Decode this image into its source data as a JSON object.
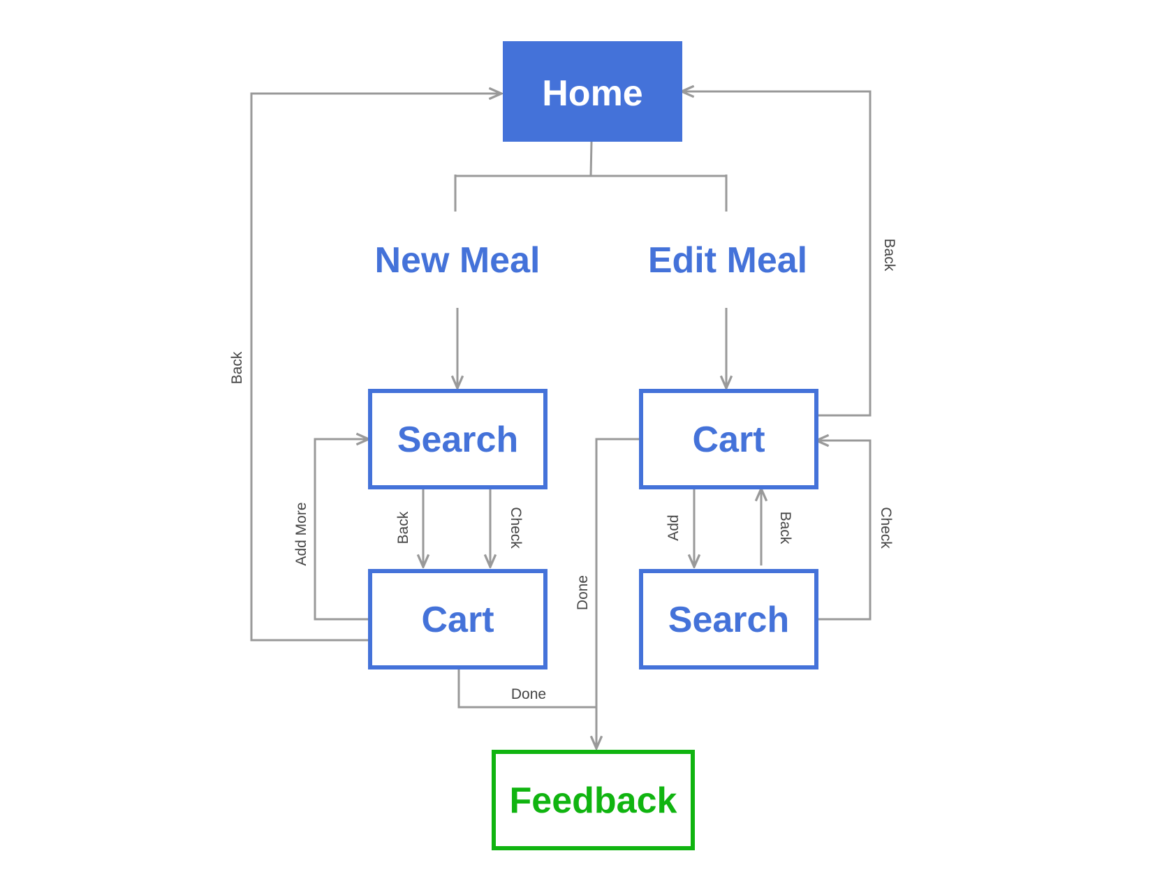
{
  "colors": {
    "primary": "#4472D9",
    "success": "#10B410",
    "connector": "#999999",
    "on_primary": "#FFFFFF",
    "edge_text": "#444444",
    "background": "#FFFFFF"
  },
  "nodes": {
    "home": "Home",
    "new_meal": "New Meal",
    "edit_meal": "Edit Meal",
    "search_left": "Search",
    "cart_left": "Cart",
    "cart_right": "Cart",
    "search_right": "Search",
    "feedback": "Feedback"
  },
  "edge_labels": {
    "back_outer_left": "Back",
    "add_more": "Add More",
    "back_left_inner": "Back",
    "check_left": "Check",
    "done_left": "Done",
    "done_right": "Done",
    "add_right": "Add",
    "back_right_inner": "Back",
    "check_right": "Check",
    "back_outer_right": "Back"
  }
}
